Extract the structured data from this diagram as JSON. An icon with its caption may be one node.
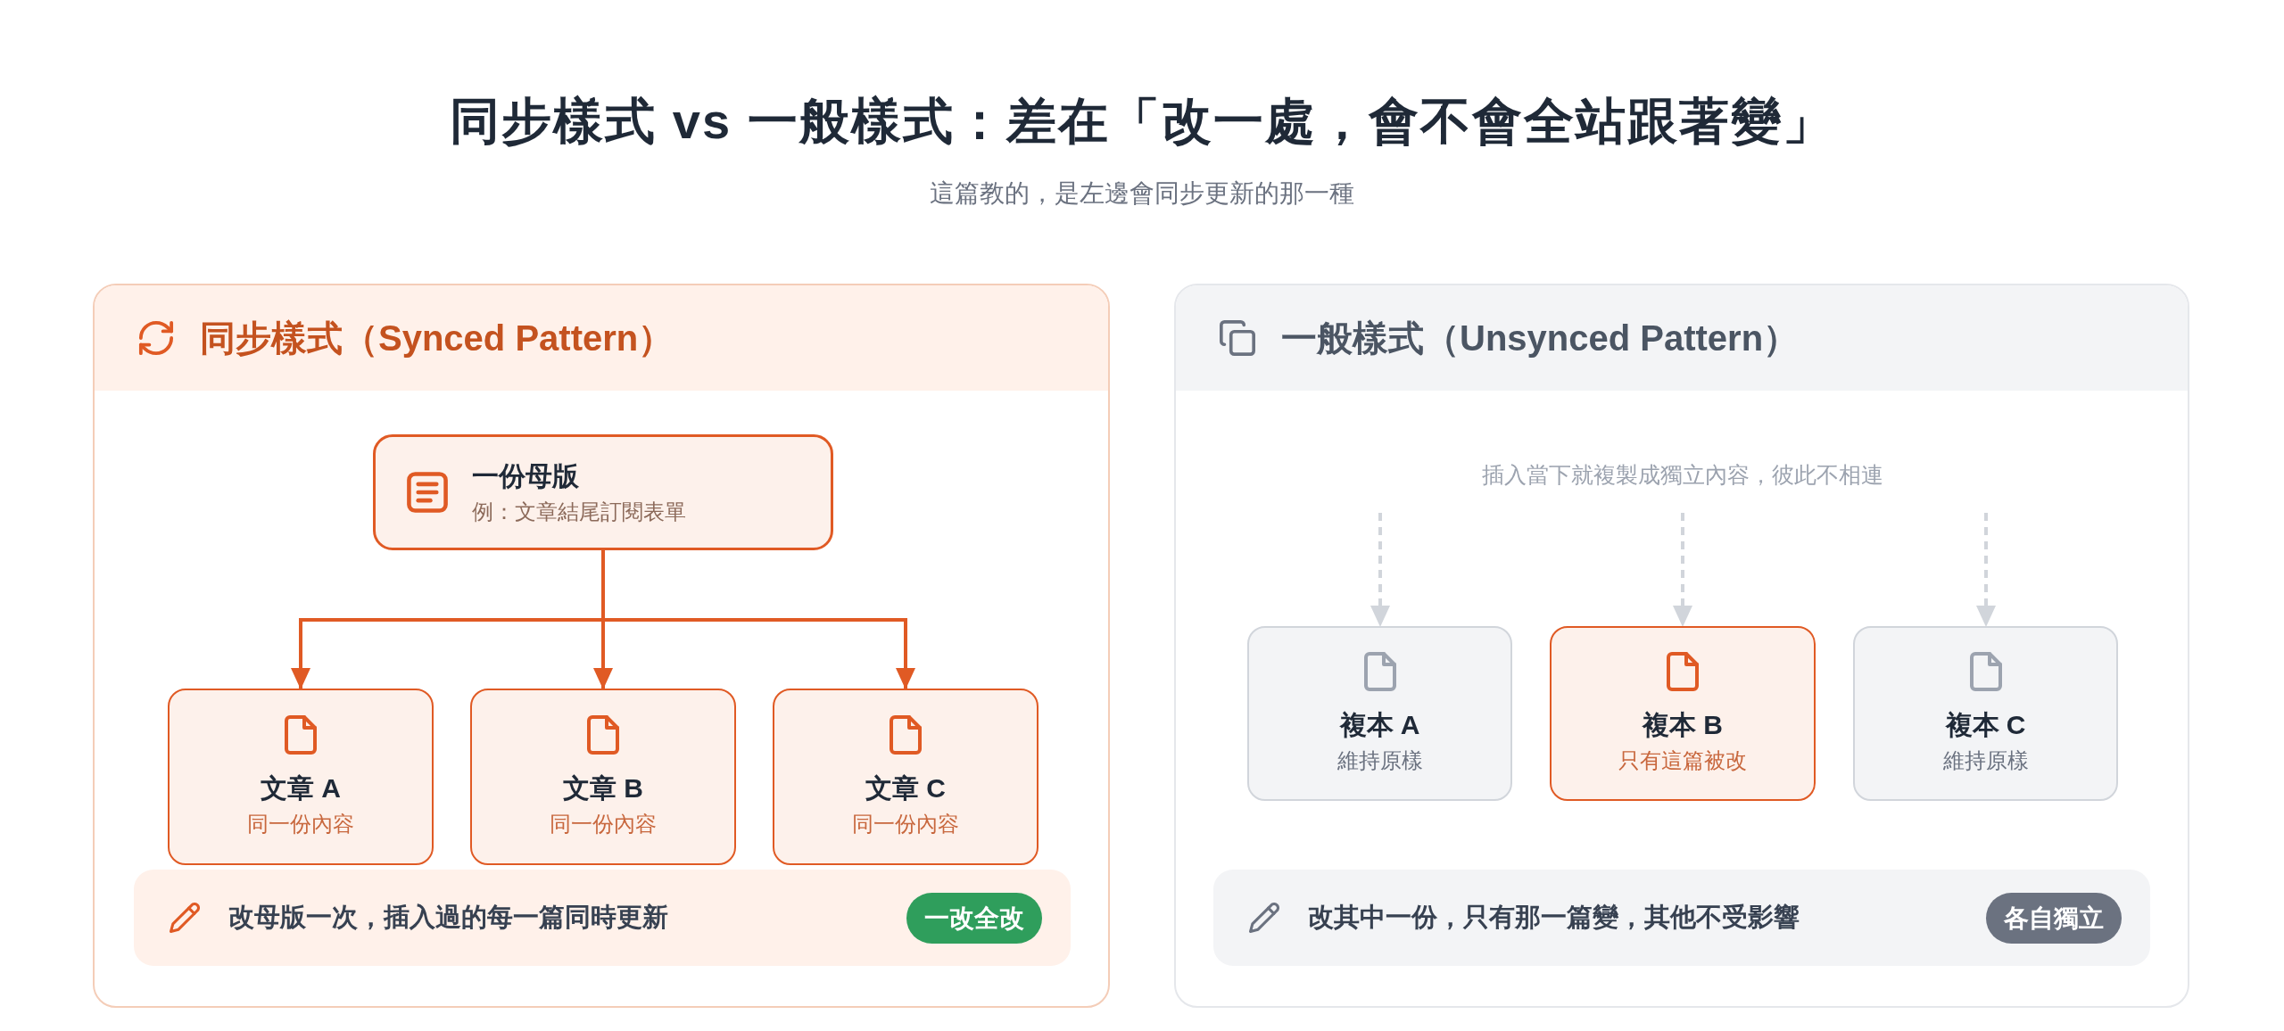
{
  "diagram": {
    "title": "同步樣式 vs 一般樣式：差在「改一處，會不會全站跟著變」",
    "nodes": [
      {
        "text": [
          "同步樣式（Synced Pattern）"
        ]
      },
      {
        "text": [
          "一份母版",
          "例：文章結尾訂閱表單"
        ],
        "in": 0
      },
      {
        "text": [
          "文章 A",
          "同一份內容"
        ],
        "in": 0
      },
      {
        "text": [
          "文章 B",
          "同一份內容"
        ],
        "in": 0
      },
      {
        "text": [
          "文章 C",
          "同一份內容"
        ],
        "in": 0
      },
      {
        "text": [
          "改母版一次，插入過的每一篇同時更新"
        ],
        "in": 0
      },
      {
        "text": [
          "一改全改"
        ],
        "in": 5
      },
      {
        "text": [
          "一般樣式（Unsynced Pattern）"
        ]
      },
      {
        "text": [
          "複本 A",
          "維持原樣"
        ],
        "in": 7
      },
      {
        "text": [
          "複本 B",
          "只有這篇被改"
        ],
        "in": 7
      },
      {
        "text": [
          "複本 C",
          "維持原樣"
        ],
        "in": 7
      },
      {
        "text": [
          "改其中一份，只有那一篇變，其他不受影響"
        ],
        "in": 7
      },
      {
        "text": [
          "各自獨立"
        ],
        "in": 11
      }
    ],
    "edges": [
      {
        "from": 1,
        "to": 2,
        "arrow": "to"
      },
      {
        "from": 1,
        "to": 3,
        "arrow": "to"
      },
      {
        "from": 1,
        "to": 4,
        "arrow": "to"
      },
      {
        "from": null,
        "to": 8,
        "arrow": "to",
        "style": "dashed",
        "color": "#d1d5db"
      },
      {
        "from": null,
        "to": 9,
        "arrow": "to",
        "style": "dashed",
        "color": "#d1d5db"
      },
      {
        "from": null,
        "to": 10,
        "arrow": "to",
        "style": "dashed",
        "color": "#d1d5db"
      }
    ],
    "labels": [
      "這篇教的，是左邊會同步更新的那一種",
      "插入當下就複製成獨立內容，彼此不相連"
    ]
  }
}
